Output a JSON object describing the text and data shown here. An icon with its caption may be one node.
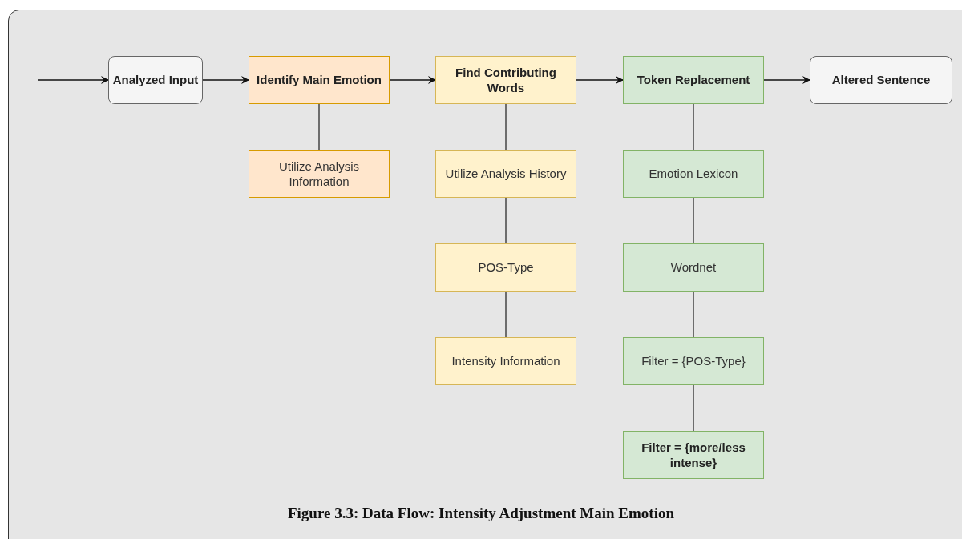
{
  "diagram": {
    "caption": "Figure 3.3: Data Flow: Intensity Adjustment Main Emotion",
    "nodes": [
      {
        "text": [
          "Analyzed Input"
        ]
      },
      {
        "text": [
          "Identify Main Emotion"
        ]
      },
      {
        "text": [
          "Utilize Analysis Information"
        ]
      },
      {
        "text": [
          "Find Contributing Words"
        ]
      },
      {
        "text": [
          "Utilize Analysis History"
        ]
      },
      {
        "text": [
          "POS-Type"
        ]
      },
      {
        "text": [
          "Intensity Information"
        ]
      },
      {
        "text": [
          "Token Replacement"
        ]
      },
      {
        "text": [
          "Emotion Lexicon"
        ]
      },
      {
        "text": [
          "Wordnet"
        ]
      },
      {
        "text": [
          "Filter = {POS-Type}"
        ]
      },
      {
        "text": [
          "Filter = {more/less intense}"
        ]
      },
      {
        "text": [
          "Altered Sentence"
        ]
      }
    ],
    "edges": [
      {
        "from": null,
        "to": 0,
        "arrow": "to"
      },
      {
        "from": 0,
        "to": 1,
        "arrow": "to"
      },
      {
        "from": 1,
        "to": 3,
        "arrow": "to"
      },
      {
        "from": 3,
        "to": 7,
        "arrow": "to"
      },
      {
        "from": 7,
        "to": 12,
        "arrow": "to"
      },
      {
        "from": 1,
        "to": 2,
        "arrow": "none"
      },
      {
        "from": 3,
        "to": 4,
        "arrow": "none"
      },
      {
        "from": 4,
        "to": 5,
        "arrow": "none"
      },
      {
        "from": 5,
        "to": 6,
        "arrow": "none"
      },
      {
        "from": 7,
        "to": 8,
        "arrow": "none"
      },
      {
        "from": 8,
        "to": 9,
        "arrow": "none"
      },
      {
        "from": 9,
        "to": 10,
        "arrow": "none"
      },
      {
        "from": 10,
        "to": 11,
        "arrow": "none"
      }
    ]
  }
}
